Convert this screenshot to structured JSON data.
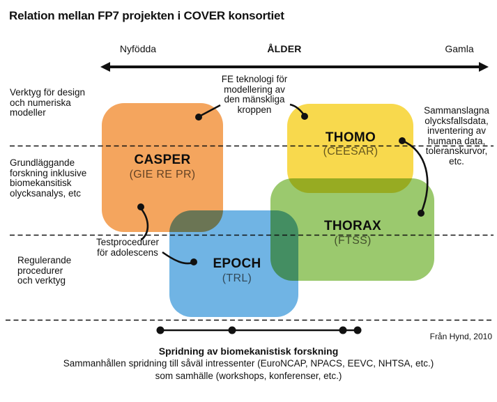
{
  "title": "Relation mellan FP7 projekten i COVER konsortiet",
  "axis": {
    "left_label": "Nyfödda",
    "center_label": "ÅLDER",
    "right_label": "Gamla"
  },
  "rows": [
    {
      "label": "Verktyg för design\noch numeriska\nmodeller"
    },
    {
      "label": "Grundläggande\nforskning inklusive\nbiomekansitisk\nolycksanalys, etc"
    },
    {
      "label": "Regulerande\nprocedurer\noch verktyg"
    }
  ],
  "projects": [
    {
      "name": "CASPER",
      "partner": "(GIE RE PR)",
      "color": "#f4a55e"
    },
    {
      "name": "THOMO",
      "partner": "(CEESAR)",
      "color": "#f8d94d"
    },
    {
      "name": "THORAX",
      "partner": "(FTSS)",
      "color": "#9bc96e"
    },
    {
      "name": "EPOCH",
      "partner": "(TRL)",
      "color": "#70b4e4"
    }
  ],
  "annotations": [
    {
      "text": "FE teknologi för\nmodellering av\nden mänskliga\nkroppen"
    },
    {
      "text": "Sammanslagna\nolycksfallsdata,\ninventering av\nhumana data,\ntoleranskurvor,\netc."
    },
    {
      "text": "Testprocedurer\nför adolescens"
    }
  ],
  "footer": {
    "spread_title": "Spridning av biomekanistisk forskning",
    "spread_line1": "Sammanhållen spridning till såväl intressenter (EuroNCAP, NPACS, EEVC, NHTSA, etc.)",
    "spread_line2": "som samhälle (workshops, konferenser, etc.)",
    "source": "Från Hynd, 2010"
  },
  "colors": {
    "casper_orange": "#f4a55e",
    "thomo_yellow": "#f8d94d",
    "thorax_green": "#9bc96e",
    "epoch_blue": "#70b4e4",
    "line_black": "#111111"
  }
}
